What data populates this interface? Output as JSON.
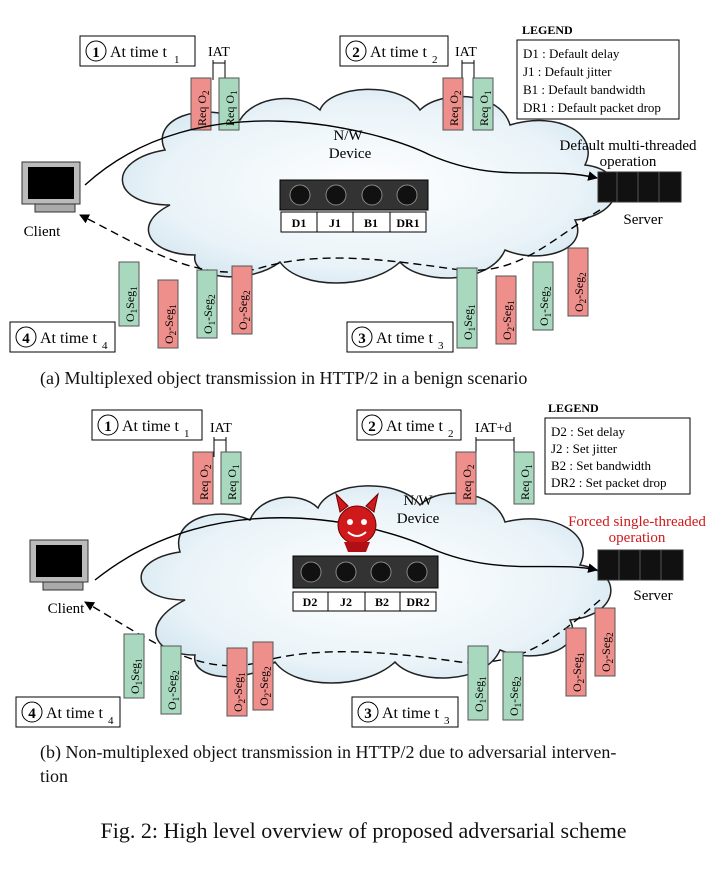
{
  "panel_a": {
    "time1": "At time t",
    "time1_num": "1",
    "time2": "At time t",
    "time2_num": "2",
    "time3": "At time t",
    "time3_num": "3",
    "time4": "At time t",
    "time4_num": "4",
    "iat1": "IAT",
    "iat2": "IAT",
    "req_o2": "Req O",
    "req_o1": "Req O",
    "nw_device": "N/W\nDevice",
    "knobs": [
      "D1",
      "J1",
      "B1",
      "DR1"
    ],
    "client_label": "Client",
    "server_label": "Server",
    "server_note": "Default multi-threaded\noperation",
    "legend_title": "LEGEND",
    "legend": [
      "D1   : Default delay",
      "J1   : Default jitter",
      "B1   : Default bandwidth",
      "DR1 : Default packet drop"
    ],
    "seg_o1_1": "O",
    "seg_o2_1": "O",
    "caption": "(a) Multiplexed object transmission in HTTP/2 in a benign scenario"
  },
  "panel_b": {
    "time1": "At time t",
    "time1_num": "1",
    "time2": "At time t",
    "time2_num": "2",
    "time3": "At time t",
    "time3_num": "3",
    "time4": "At time t",
    "time4_num": "4",
    "iat1": "IAT",
    "iat2": "IAT+d",
    "nw_device": "N/W\nDevice",
    "knobs": [
      "D2",
      "J2",
      "B2",
      "DR2"
    ],
    "client_label": "Client",
    "server_label": "Server",
    "server_note": "Forced single-threaded\noperation",
    "legend_title": "LEGEND",
    "legend": [
      "D2   : Set delay",
      "J2   : Set jitter",
      "B2   : Set bandwidth",
      "DR2 : Set packet drop"
    ],
    "caption_line1": "(b) Non-multiplexed object transmission in HTTP/2 due to adversarial interven-",
    "caption_line2": "tion"
  },
  "figure_caption": "Fig. 2: High level overview of proposed adversarial scheme",
  "colors": {
    "green": "#a8d9bf",
    "red": "#ef8f8c",
    "forced": "#d0191b"
  }
}
